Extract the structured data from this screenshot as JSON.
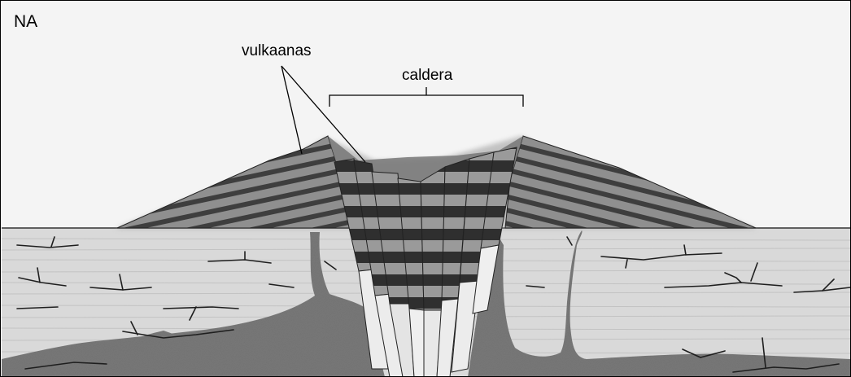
{
  "figure": {
    "panel_label": "NA",
    "labels": {
      "vulkaanas": "vulkaanas",
      "caldera": "caldera"
    }
  }
}
